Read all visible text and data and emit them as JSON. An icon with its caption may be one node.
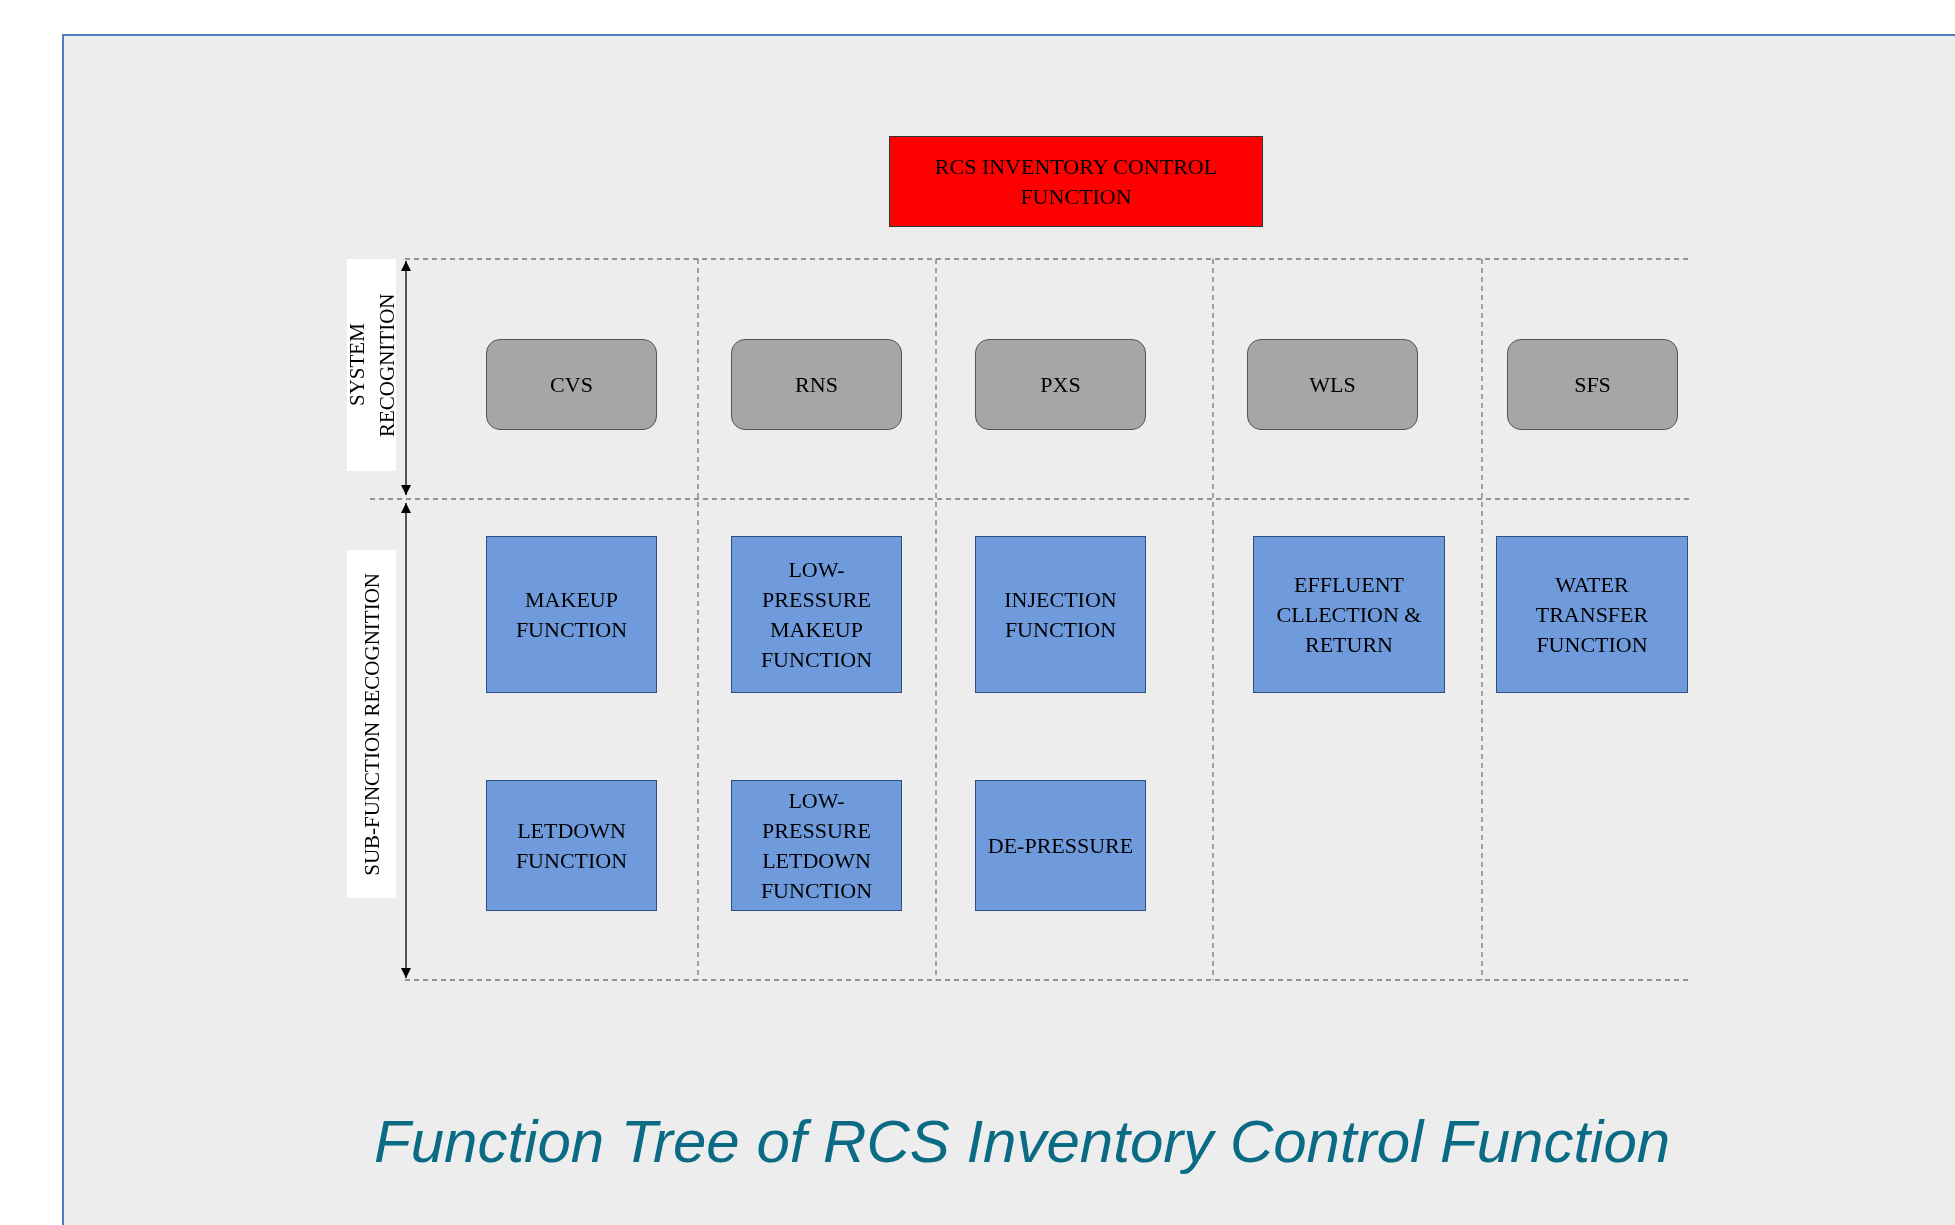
{
  "diagram": {
    "title": "Function Tree of RCS Inventory Control Function",
    "nodes": [
      {
        "text": [
          "RCS INVENTORY CONTROL FUNCTION"
        ]
      },
      {
        "text": [
          "SYSTEM RECOGNITION"
        ]
      },
      {
        "text": [
          "SUB-FUNCTION RECOGNITION"
        ]
      },
      {
        "text": [
          "CVS"
        ]
      },
      {
        "text": [
          "RNS"
        ]
      },
      {
        "text": [
          "PXS"
        ]
      },
      {
        "text": [
          "WLS"
        ]
      },
      {
        "text": [
          "SFS"
        ]
      },
      {
        "text": [
          "MAKEUP FUNCTION"
        ]
      },
      {
        "text": [
          "LOW-PRESSURE MAKEUP FUNCTION"
        ]
      },
      {
        "text": [
          "INJECTION FUNCTION"
        ]
      },
      {
        "text": [
          "EFFLUENT CLLECTION & RETURN"
        ]
      },
      {
        "text": [
          "WATER TRANSFER FUNCTION"
        ]
      },
      {
        "text": [
          "LETDOWN FUNCTION"
        ]
      },
      {
        "text": [
          "LOW-PRESSURE LETDOWN FUNCTION"
        ]
      },
      {
        "text": [
          "DE-PRESSURE"
        ]
      }
    ],
    "edges": []
  }
}
